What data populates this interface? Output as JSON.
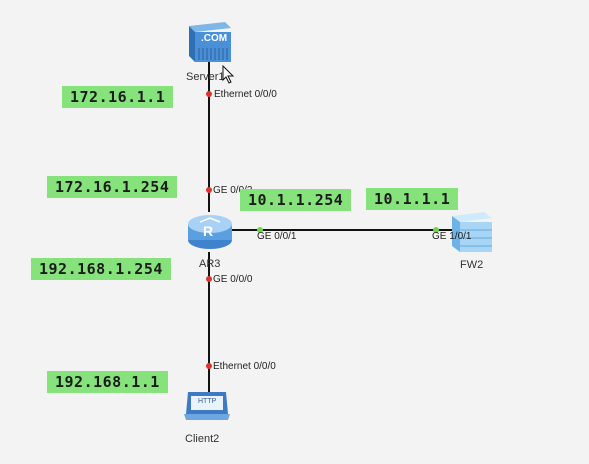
{
  "devices": {
    "server": {
      "label": "Server1",
      "screen_text": ".COM"
    },
    "router": {
      "label": "AR3",
      "glyph": "R"
    },
    "firewall": {
      "label": "FW2"
    },
    "client": {
      "label": "Client2",
      "screen_text": "HTTP"
    }
  },
  "ports": {
    "server_eth": "Ethernet 0/0/0",
    "router_ge002": "GE 0/0/2",
    "router_ge001": "GE 0/0/1",
    "router_ge000": "GE 0/0/0",
    "fw_ge101": "GE 1/0/1",
    "client_eth": "Ethernet 0/0/0"
  },
  "ip_labels": {
    "server_ip": "172.16.1.1",
    "router_ge002_ip": "172.16.1.254",
    "router_ge001_ip": "10.1.1.254",
    "fw_ip": "10.1.1.1",
    "router_ge000_ip": "192.168.1.254",
    "client_ip": "192.168.1.1"
  },
  "colors": {
    "label_bg": "#86e27a",
    "link": "#111111",
    "port_dot_red": "#e0322b",
    "port_dot_green": "#6cd44f",
    "device_blue": "#4a90d9"
  }
}
